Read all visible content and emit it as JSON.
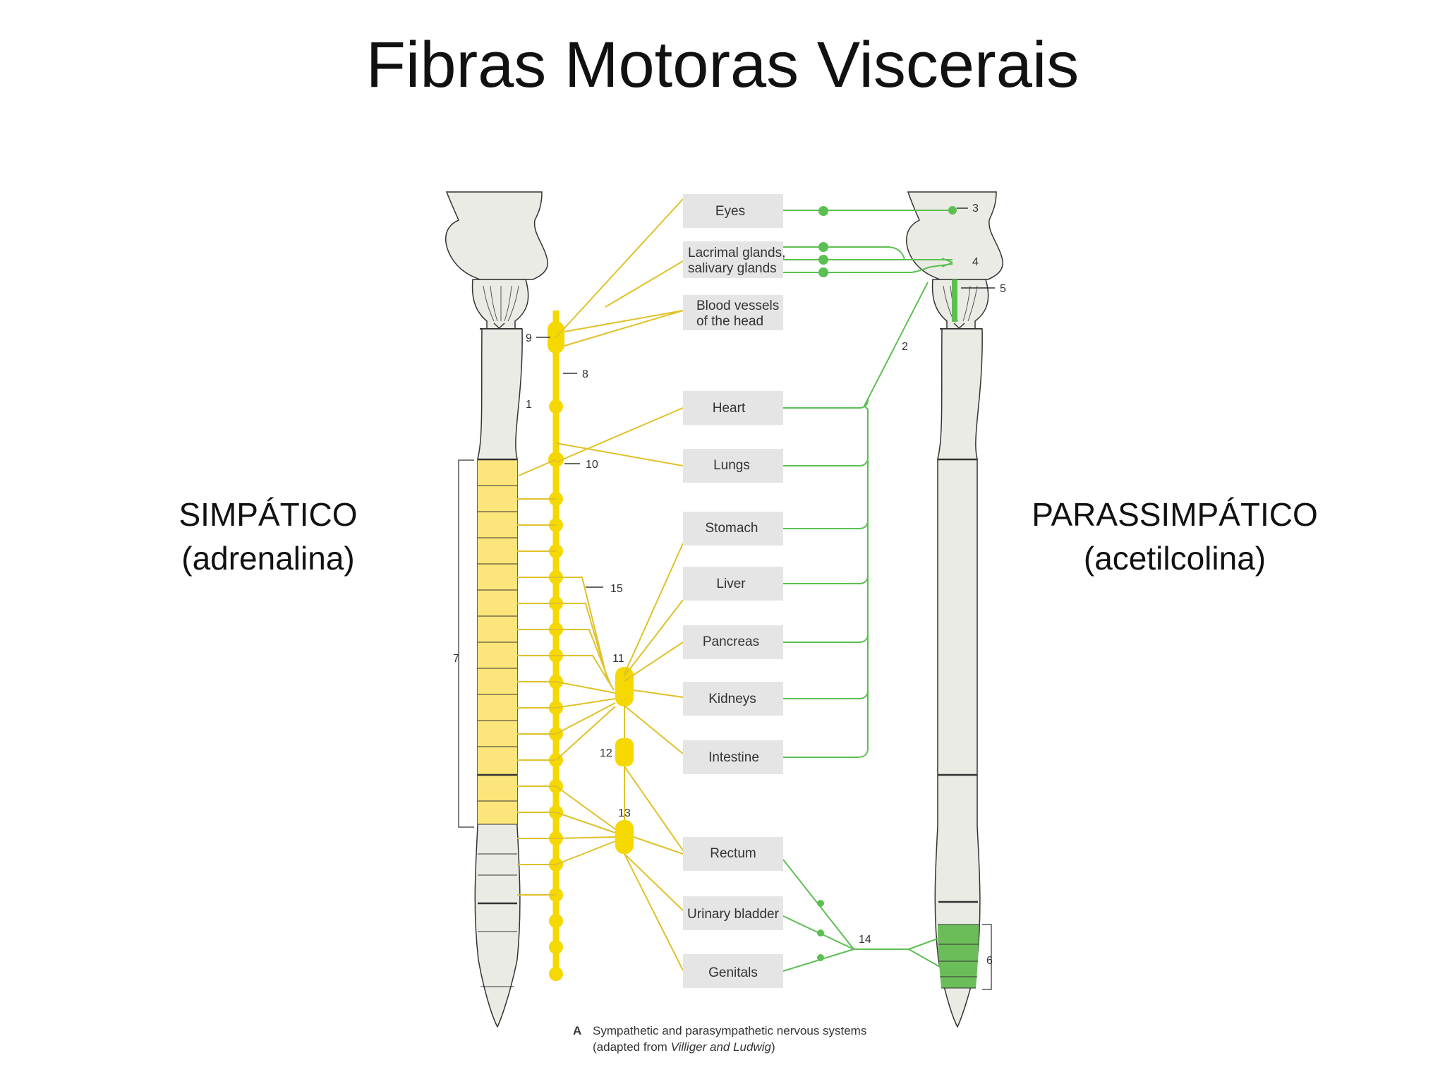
{
  "slide": {
    "title": "Fibras Motoras Viscerais",
    "left_label_line1": "SIMPÁTICO",
    "left_label_line2": "(adrenalina)",
    "right_label_line1": "PARASSIMPÁTICO",
    "right_label_line2": "(acetilcolina)"
  },
  "colors": {
    "sympathetic": "#f5d800",
    "sympathetic_region": "#fce57a",
    "parasympathetic": "#5cbf52",
    "parasympathetic_region": "#6bbd5a",
    "organ_box": "#e5e5e6",
    "cord": "#ebebe6"
  },
  "organs": {
    "eyes": "Eyes",
    "lacrimal_1": "Lacrimal glands,",
    "lacrimal_2": "salivary glands",
    "blood_1": "Blood vessels",
    "blood_2": "of the head",
    "heart": "Heart",
    "lungs": "Lungs",
    "stomach": "Stomach",
    "liver": "Liver",
    "pancreas": "Pancreas",
    "kidneys": "Kidneys",
    "intestine": "Intestine",
    "rectum": "Rectum",
    "bladder": "Urinary bladder",
    "genitals": "Genitals"
  },
  "numbers": {
    "n1": "1",
    "n2": "2",
    "n3": "3",
    "n4": "4",
    "n5": "5",
    "n6": "6",
    "n7": "7",
    "n8": "8",
    "n9": "9",
    "n10": "10",
    "n11": "11",
    "n12": "12",
    "n13": "13",
    "n14": "14",
    "n15": "15"
  },
  "caption": {
    "letter": "A",
    "line1": "Sympathetic and parasympathetic nervous systems",
    "line2_prefix": "(adapted from ",
    "line2_italic": "Villiger and Ludwig",
    "line2_suffix": ")"
  }
}
